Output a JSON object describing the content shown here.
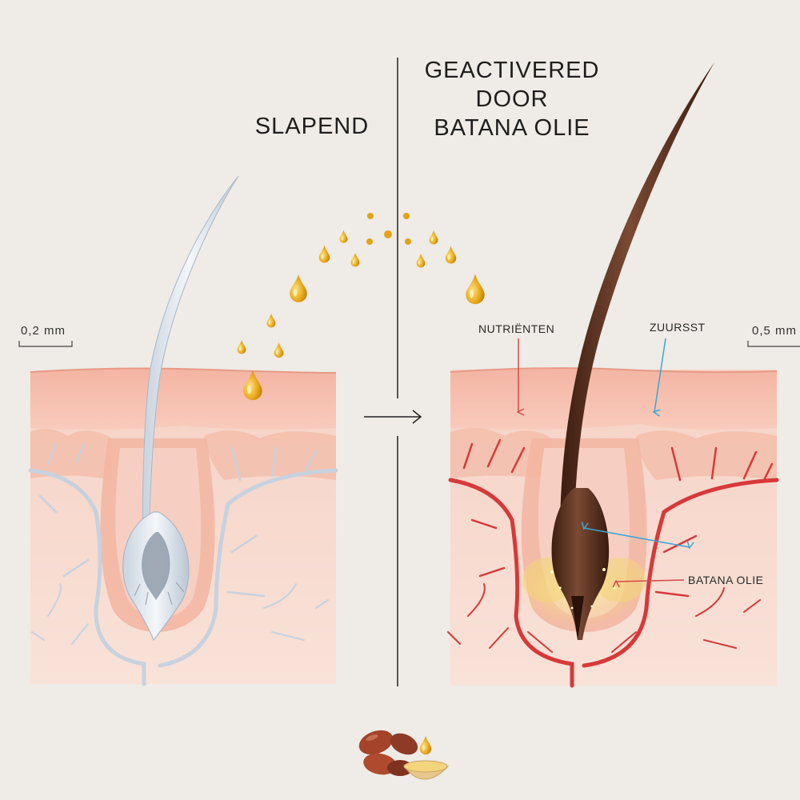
{
  "titles": {
    "left": "SLAPEND",
    "right_lines": [
      "GEACTIVERED",
      "DOOR",
      "BATANA OLIE"
    ]
  },
  "scale_bars": {
    "left": "0,2 mm",
    "right": "0,5 mm"
  },
  "annotations": {
    "nutrients": "NUTRIËNTEN",
    "oxygen": "ZUURSST",
    "batana_oil": "BATANA OLIE"
  },
  "colors": {
    "background": "#efebe6",
    "skin_top": "#f3b6a6",
    "dermis": "#f7dcd0",
    "dormant_hair": "#dfe6ee",
    "active_hair": "#5a2f1c",
    "blood_vessel": "#d9393a",
    "dormant_vessel": "#c9d4e0",
    "oil_drop": "#e3a316",
    "nutrient_arrow": "#d44a4a",
    "oxygen_arrow": "#3aa7d6"
  },
  "icons": [
    "oil-drop-icon",
    "batana-nuts-icon",
    "oil-bowl-icon",
    "arrow-right-icon"
  ]
}
